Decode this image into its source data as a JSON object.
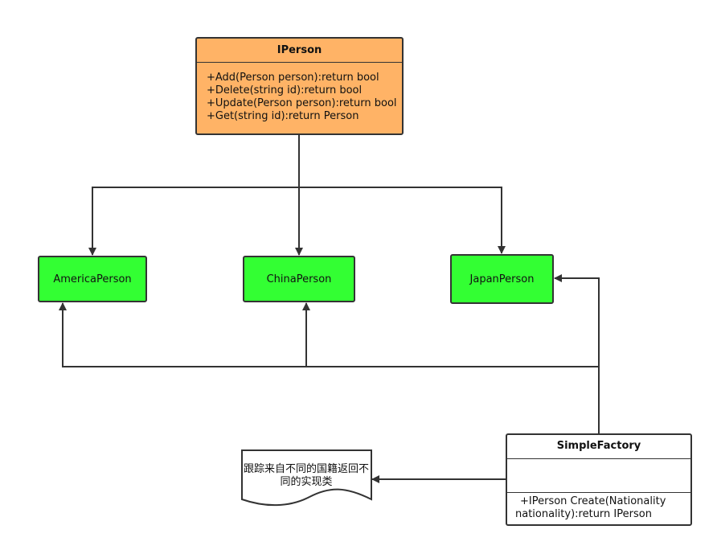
{
  "colors": {
    "interface_fill": "#ffb366",
    "class_fill": "#33ff33",
    "factory_fill": "#ffffff",
    "stroke": "#333333"
  },
  "interface": {
    "name": "IPerson",
    "operations": [
      "+Add(Person person):return bool",
      "+Delete(string id):return bool",
      "+Update(Person person):return bool",
      "+Get(string id):return Person"
    ]
  },
  "classes": {
    "america": "AmericaPerson",
    "china": "ChinaPerson",
    "japan": "JapanPerson"
  },
  "factory": {
    "name": "SimpleFactory",
    "operation_line1": "+IPerson Create(Nationality",
    "operation_line2": "nationality):return IPerson"
  },
  "note": {
    "line1": "跟踪来自不同的国籍返回不",
    "line2": "同的实现类"
  }
}
